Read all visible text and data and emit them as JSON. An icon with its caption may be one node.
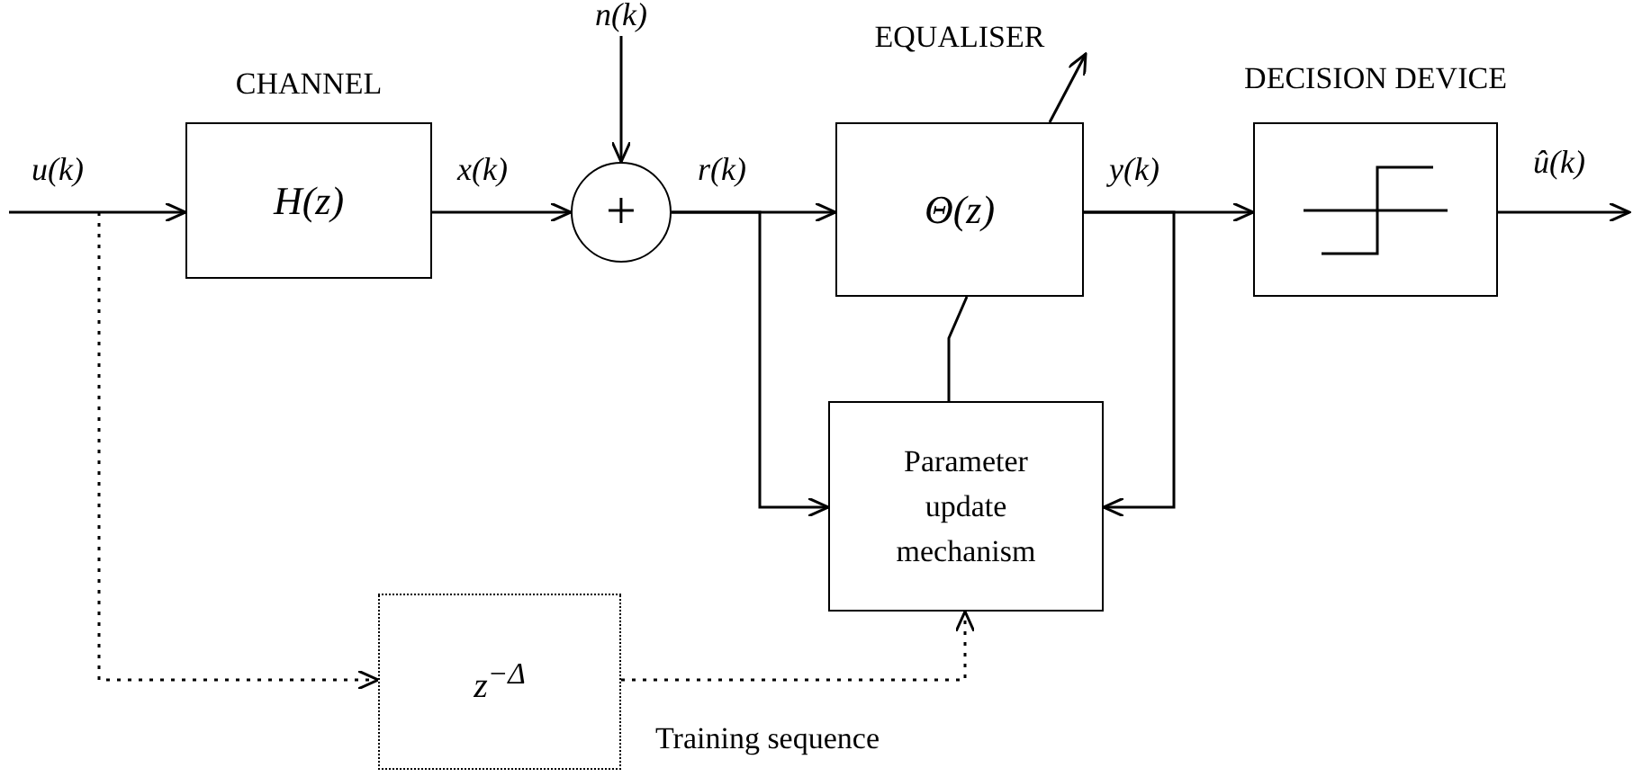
{
  "diagram": {
    "nodes": [
      {
        "text": [
          "CHANNEL",
          "H(z)"
        ]
      },
      {
        "text": [
          "+"
        ]
      },
      {
        "text": [
          "EQUALISER",
          "Θ(z)"
        ]
      },
      {
        "text": [
          "DECISION DEVICE"
        ]
      },
      {
        "text": [
          "Parameter update mechanism"
        ]
      },
      {
        "text": [
          "z$^{−Δ}$"
        ],
        "beside": [
          "Training sequence"
        ]
      }
    ],
    "edges": [
      {
        "from": null,
        "to": 0,
        "arrow": "to",
        "label": "u(k)"
      },
      {
        "from": 0,
        "to": 1,
        "arrow": "to",
        "label": "x(k)"
      },
      {
        "from": null,
        "to": 1,
        "arrow": "to",
        "label": "n(k)"
      },
      {
        "from": 1,
        "to": 2,
        "arrow": "to",
        "label": "r(k)"
      },
      {
        "from": 2,
        "to": 3,
        "arrow": "to",
        "label": "y(k)"
      },
      {
        "from": 3,
        "to": null,
        "arrow": "to",
        "label": "û(k)"
      },
      {
        "from": 1,
        "to": 4,
        "arrow": "to"
      },
      {
        "from": 2,
        "to": 4,
        "arrow": "to"
      },
      {
        "from": 4,
        "to": 2,
        "arrow": "none"
      },
      {
        "from": null,
        "to": 5,
        "arrow": "to",
        "style": "dashed"
      },
      {
        "from": 5,
        "to": 4,
        "arrow": "to",
        "style": "dashed"
      }
    ]
  }
}
